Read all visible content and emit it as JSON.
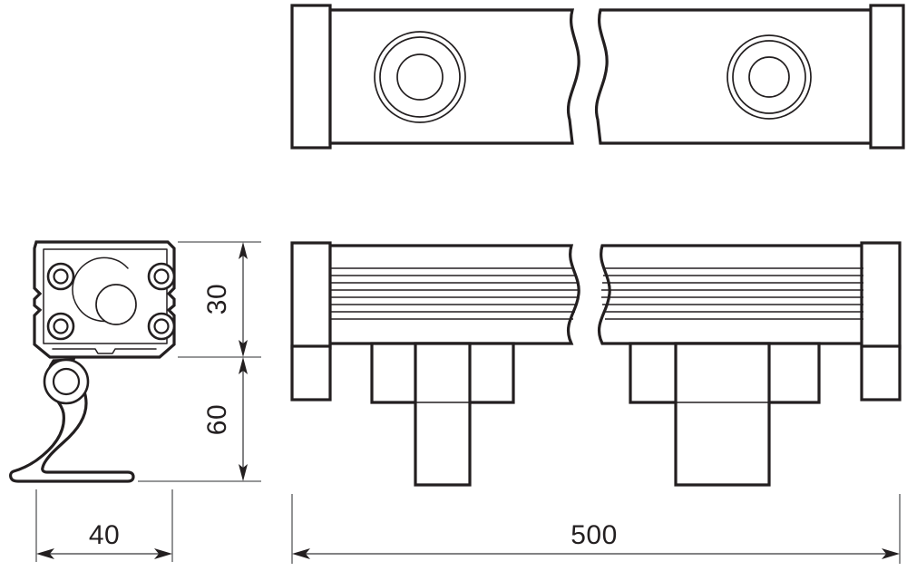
{
  "drawing": {
    "title": "LED linear wall washer luminaire technical drawing",
    "units": "mm",
    "line_color": "#231f20",
    "dimension_color": "#58595b",
    "background_color": "#ffffff"
  },
  "dimensions": {
    "length": {
      "label": "500",
      "axis": "horizontal",
      "view": "front-view"
    },
    "depth": {
      "label": "40",
      "axis": "horizontal",
      "view": "side-view"
    },
    "body_height": {
      "label": "30",
      "axis": "vertical",
      "view": "side-view"
    },
    "bracket_height": {
      "label": "60",
      "axis": "vertical",
      "view": "side-view"
    }
  },
  "views": {
    "top_view": {
      "name": "top-view",
      "lens_count": 2,
      "has_break": true,
      "endcaps": 2
    },
    "side_view": {
      "name": "side-view",
      "bolt_count": 4,
      "lens_count": 1,
      "has_bracket": true
    },
    "front_view": {
      "name": "front-view",
      "fin_count": 8,
      "has_break": true,
      "bracket_count": 2,
      "endcaps": 2
    }
  }
}
